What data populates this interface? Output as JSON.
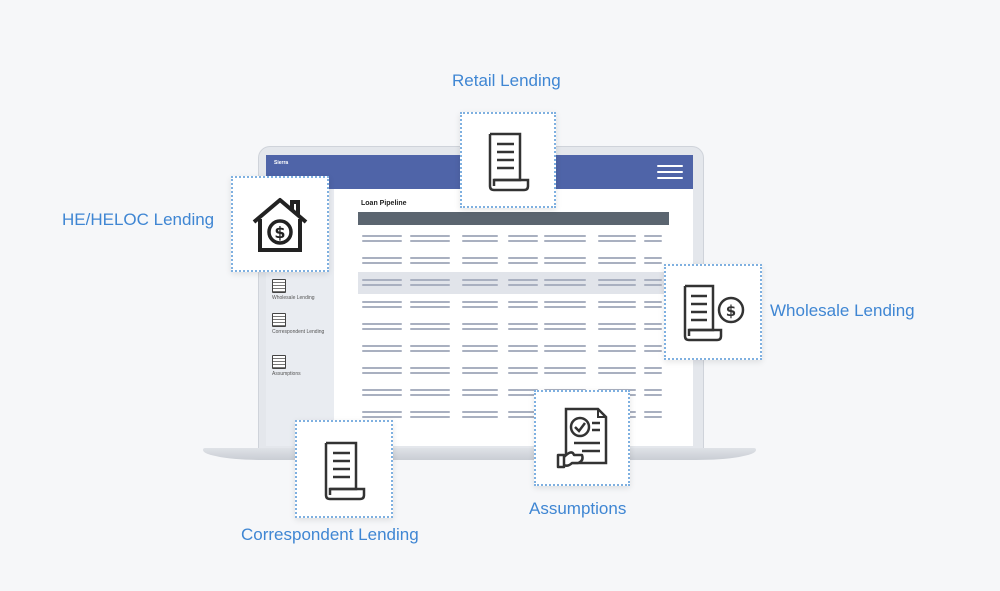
{
  "labels": {
    "retail": "Retail Lending",
    "heloc": "HE/HELOC Lending",
    "wholesale": "Wholesale Lending",
    "assumptions": "Assumptions",
    "correspondent": "Correspondent  Lending"
  },
  "app": {
    "logo": "Sierra",
    "page_title": "Loan Pipeline",
    "sidebar": [
      {
        "label": "Wholesale Lending",
        "icon": "document-dollar-icon"
      },
      {
        "label": "Correspondent Lending",
        "icon": "document-icon"
      },
      {
        "label": "Assumptions",
        "icon": "checklist-icon"
      }
    ]
  },
  "colors": {
    "accent": "#3f86d3",
    "header": "#4f64a8",
    "table_header": "#5b6570",
    "callout_border": "#7fb0e0"
  },
  "icons": {
    "retail": "document-scroll-icon",
    "heloc": "house-dollar-icon",
    "wholesale": "document-dollar-icon",
    "assumptions": "approved-document-icon",
    "correspondent": "document-scroll-icon"
  }
}
